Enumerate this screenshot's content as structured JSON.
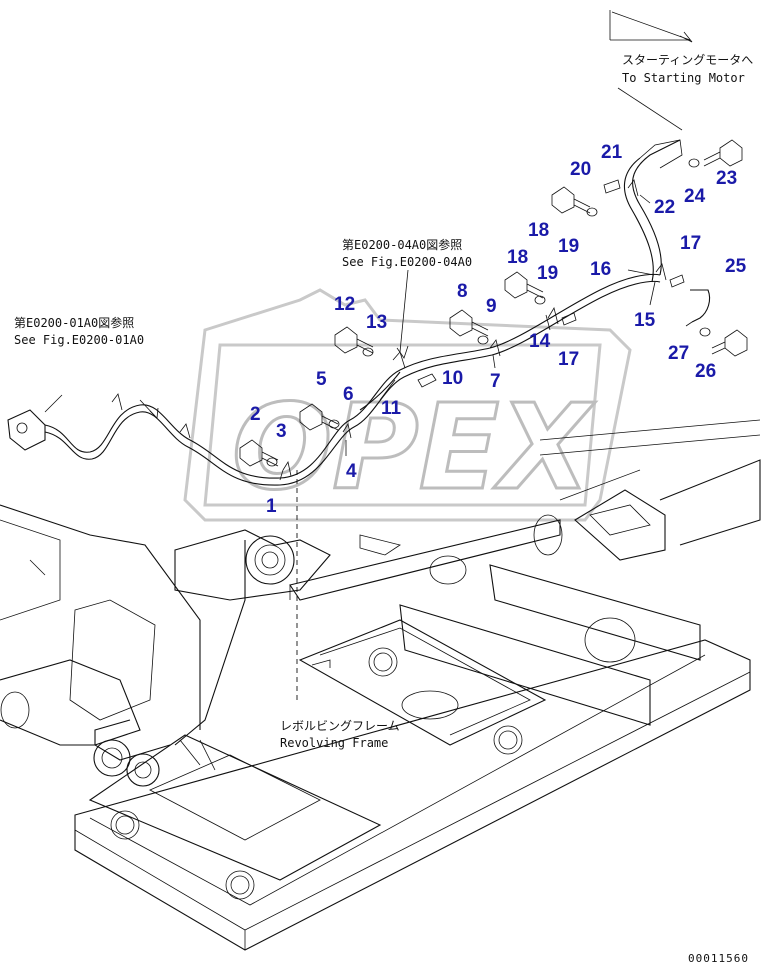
{
  "notes": {
    "starting_motor_jp": "スターティングモータへ",
    "starting_motor_en": "To Starting Motor",
    "fig04_jp": "第E0200-04A0図参照",
    "fig04_en": "See Fig.E0200-04A0",
    "fig01_jp": "第E0200-01A0図参照",
    "fig01_en": "See Fig.E0200-01A0",
    "frame_jp": "レボルビングフレーム",
    "frame_en": "Revolving Frame"
  },
  "watermark": "OPEX",
  "drawing_number": "00011560",
  "callouts": [
    "1",
    "2",
    "3",
    "4",
    "5",
    "6",
    "7",
    "8",
    "9",
    "10",
    "11",
    "12",
    "13",
    "14",
    "15",
    "16",
    "17",
    "17",
    "18",
    "18",
    "19",
    "19",
    "20",
    "21",
    "22",
    "23",
    "24",
    "25",
    "26",
    "27"
  ]
}
